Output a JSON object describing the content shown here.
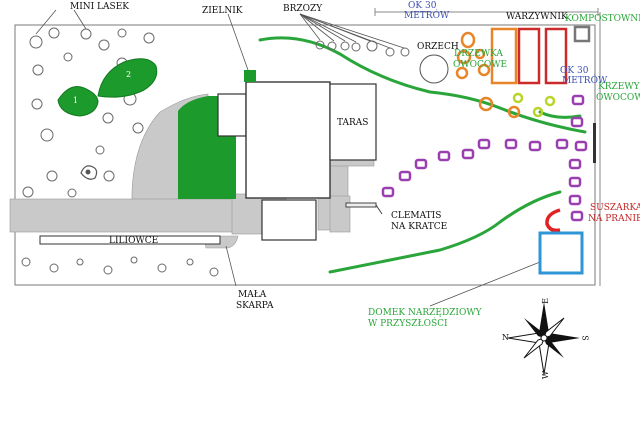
{
  "labels": {
    "mini_lasek": "MINI LASEK",
    "zielnik": "ZIELNIK",
    "brzozy": "BRZOZY",
    "ok30_top_1": "OK 30",
    "ok30_top_2": "METRÓW",
    "warzywnik": "WARZYWNIK",
    "kompostownik": "KOMPOSTOWNI",
    "orzech": "ORZECH",
    "drzewka_1": "DRZEWKA",
    "drzewka_2": "OWOCOWE",
    "ok30_side_1": "OK 30",
    "ok30_side_2": "METRÓW",
    "krzewy_1": "KRZEWY",
    "krzewy_2": "OWOCOWE",
    "taras": "TARAS",
    "clematis_1": "CLEMATIS",
    "clematis_2": "NA KRATCE",
    "liliowce": "LILIOWCE",
    "mala_skarpa_1": "MAŁA",
    "mala_skarpa_2": "SKARPA",
    "suszarka_1": "SUSZARKA",
    "suszarka_2": "NA PRANIE",
    "domek_1": "DOMEK NARZĘDZIOWY",
    "domek_2": "W PRZYSZŁOŚCI",
    "tree_1": "1",
    "tree_2": "2"
  },
  "compass": {
    "n": "N",
    "e": "E",
    "s": "S",
    "w": "W"
  },
  "colors": {
    "hedge_green": "#2aa53a",
    "fill_green": "#1c9a2c",
    "path_grey": "#c9c9c9",
    "fruit_tree_orange": "#e8852a",
    "shrub_purple": "#9a3fb0",
    "bed_red": "#cc2a2a",
    "compost_grey": "#777777",
    "shed_blue": "#2f96d6",
    "dryer_red": "#e02222"
  }
}
